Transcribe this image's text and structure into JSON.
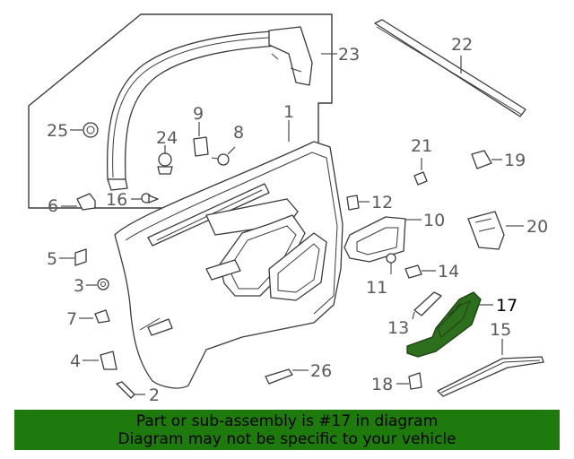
{
  "callouts": {
    "p1": "1",
    "p2": "2",
    "p3": "3",
    "p4": "4",
    "p5": "5",
    "p6": "6",
    "p7": "7",
    "p8": "8",
    "p9": "9",
    "p10": "10",
    "p11": "11",
    "p12": "12",
    "p13": "13",
    "p14": "14",
    "p15": "15",
    "p16": "16",
    "p17": "17",
    "p18": "18",
    "p19": "19",
    "p20": "20",
    "p21": "21",
    "p22": "22",
    "p23": "23",
    "p24": "24",
    "p25": "25",
    "p26": "26"
  },
  "highlighted_part": "17",
  "highlight_color": "#2e6f1e",
  "banner": {
    "line1": "Part or sub-assembly is #17 in diagram",
    "line2": "Diagram may not be specific to your vehicle",
    "background": "#1f7a0e"
  }
}
